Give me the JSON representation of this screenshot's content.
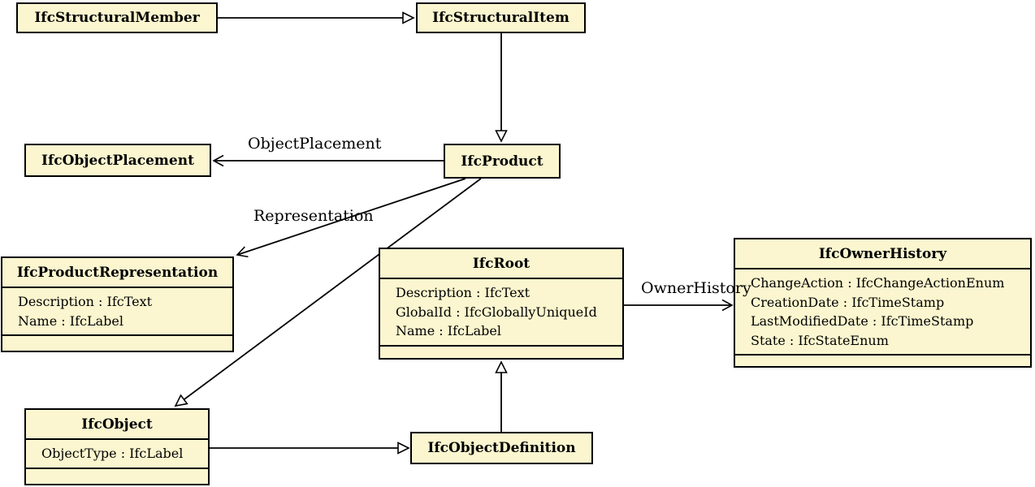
{
  "classes": {
    "structuralMember": {
      "title": "IfcStructuralMember",
      "attributes": []
    },
    "structuralItem": {
      "title": "IfcStructuralItem",
      "attributes": []
    },
    "objectPlacement": {
      "title": "IfcObjectPlacement",
      "attributes": []
    },
    "product": {
      "title": "IfcProduct",
      "attributes": []
    },
    "productRepresentation": {
      "title": "IfcProductRepresentation",
      "attributes": [
        "Description : IfcText",
        "Name : IfcLabel"
      ]
    },
    "root": {
      "title": "IfcRoot",
      "attributes": [
        "Description : IfcText",
        "GlobalId : IfcGloballyUniqueId",
        "Name : IfcLabel"
      ]
    },
    "ownerHistory": {
      "title": "IfcOwnerHistory",
      "attributes": [
        "ChangeAction : IfcChangeActionEnum",
        "CreationDate : IfcTimeStamp",
        "LastModifiedDate : IfcTimeStamp",
        "State : IfcStateEnum"
      ]
    },
    "object": {
      "title": "IfcObject",
      "attributes": [
        "ObjectType : IfcLabel"
      ]
    },
    "objectDefinition": {
      "title": "IfcObjectDefinition",
      "attributes": []
    }
  },
  "edge_labels": {
    "objectPlacement": "ObjectPlacement",
    "representation": "Representation",
    "ownerHistory": "OwnerHistory"
  },
  "relationships": [
    {
      "from": "IfcStructuralMember",
      "to": "IfcStructuralItem",
      "type": "generalization"
    },
    {
      "from": "IfcStructuralItem",
      "to": "IfcProduct",
      "type": "generalization"
    },
    {
      "from": "IfcProduct",
      "to": "IfcObjectPlacement",
      "type": "association",
      "label": "ObjectPlacement"
    },
    {
      "from": "IfcProduct",
      "to": "IfcProductRepresentation",
      "type": "association",
      "label": "Representation"
    },
    {
      "from": "IfcProduct",
      "to": "IfcObject",
      "type": "generalization"
    },
    {
      "from": "IfcRoot",
      "to": "IfcOwnerHistory",
      "type": "association",
      "label": "OwnerHistory"
    },
    {
      "from": "IfcObject",
      "to": "IfcObjectDefinition",
      "type": "generalization"
    },
    {
      "from": "IfcObjectDefinition",
      "to": "IfcRoot",
      "type": "generalization"
    }
  ],
  "colors": {
    "box_fill": "#FBF6CF",
    "box_border": "#000000",
    "line": "#000000",
    "background": "#FFFFFF"
  }
}
